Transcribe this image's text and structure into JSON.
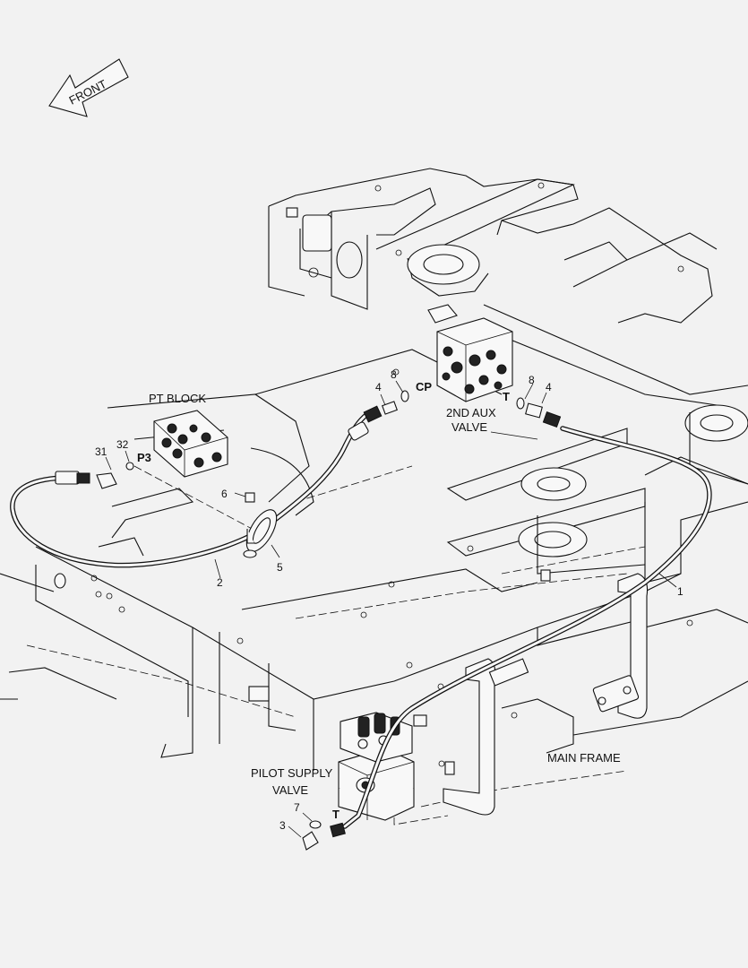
{
  "diagram": {
    "direction_arrow": {
      "label": "FRONT",
      "icon": "front-arrow-icon"
    },
    "labels": {
      "pt_block": "PT BLOCK",
      "aux_valve_line1": "2ND AUX",
      "aux_valve_line2": "VALVE",
      "pilot_line1": "PILOT SUPPLY",
      "pilot_line2": "VALVE",
      "main_frame": "MAIN FRAME"
    },
    "ports": {
      "p3": "P3",
      "cp": "CP",
      "t_aux": "T",
      "t_pilot": "T"
    },
    "callouts": {
      "c31": "31",
      "c32": "32",
      "c6": "6",
      "c5": "5",
      "c2": "2",
      "c4a": "4",
      "c8a": "8",
      "c8b": "8",
      "c4b": "4",
      "c1": "1",
      "c7": "7",
      "c3": "3"
    },
    "colors": {
      "background": "#f2f2f2",
      "line": "#111111",
      "part_fill": "#f8f8f8"
    }
  }
}
